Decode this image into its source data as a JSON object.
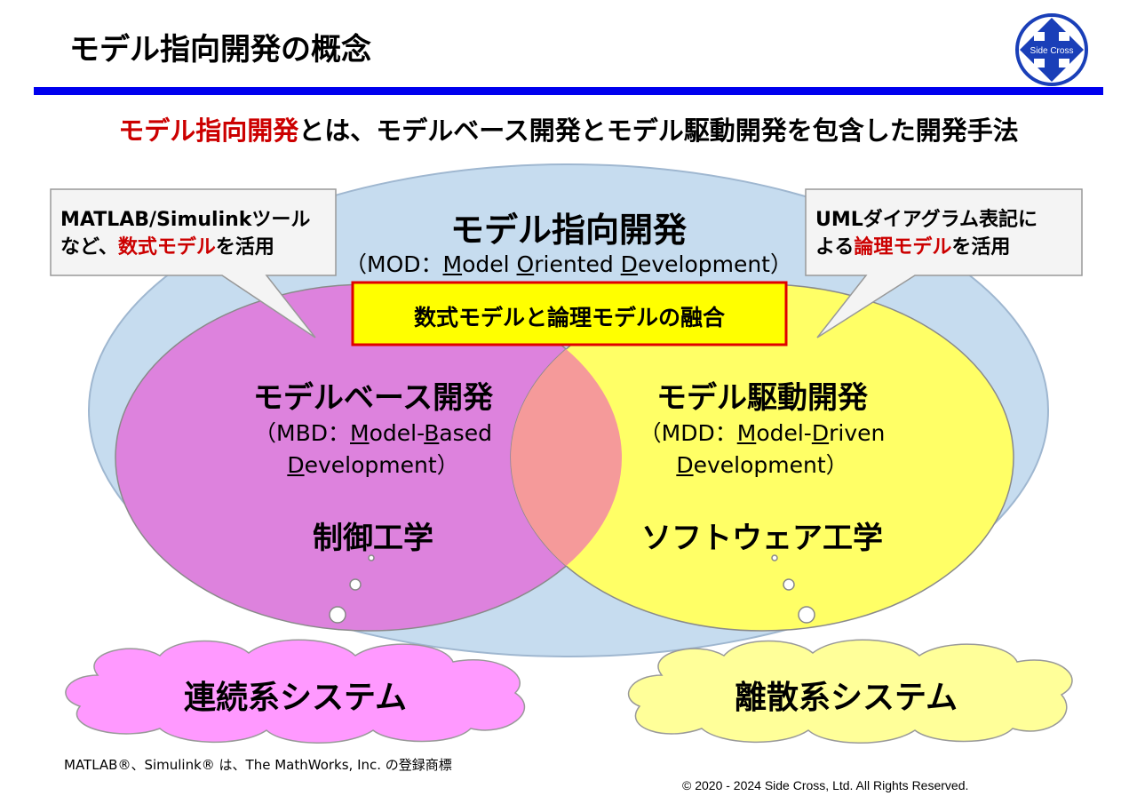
{
  "title": "モデル指向開発の概念",
  "logo": {
    "text": "Side Cross"
  },
  "subtitle": {
    "highlight": "モデル指向開発",
    "rest": "とは、モデルベース開発とモデル駆動開発を包含した開発手法"
  },
  "mod": {
    "title": "モデル指向開発",
    "open": "（MOD：",
    "m": "M",
    "odel": "odel ",
    "o": "O",
    "riented": "riented ",
    "d": "D",
    "evelopment": "evelopment）"
  },
  "fusion": "数式モデルと論理モデルの融合",
  "mbd": {
    "title": "モデルベース開発",
    "open": "（MBD：",
    "m": "M",
    "l1": "odel-",
    "b": "B",
    "l2": "ased",
    "d": "D",
    "l3": "evelopment）",
    "field": "制御工学"
  },
  "mdd": {
    "title": "モデル駆動開発",
    "open": "（MDD：",
    "m": "M",
    "l1": "odel-",
    "d1": "D",
    "l2": "riven",
    "d": "D",
    "l3": "evelopment）",
    "field": "ソフトウェア工学"
  },
  "callout_left": {
    "line1": "MATLAB/Simulinkツール",
    "pre": "など、",
    "hl": "数式モデル",
    "post": "を活用"
  },
  "callout_right": {
    "line1": "UMLダイアグラム表記に",
    "pre": "よる",
    "hl": "論理モデル",
    "post": "を活用"
  },
  "cloud_left": "連続系システム",
  "cloud_right": "離散系システム",
  "footnote": "MATLAB®、Simulink® は、The MathWorks, Inc. の登録商標",
  "copyright": "© 2020 - 2024 Side Cross, Ltd. All Rights Reserved.",
  "colors": {
    "accent": "#0000ee",
    "red": "#cc0000",
    "outer": "#c6dcef",
    "mbd": "#dd82dd",
    "mdd": "#ffff66",
    "overlap": "#f59a9a"
  }
}
